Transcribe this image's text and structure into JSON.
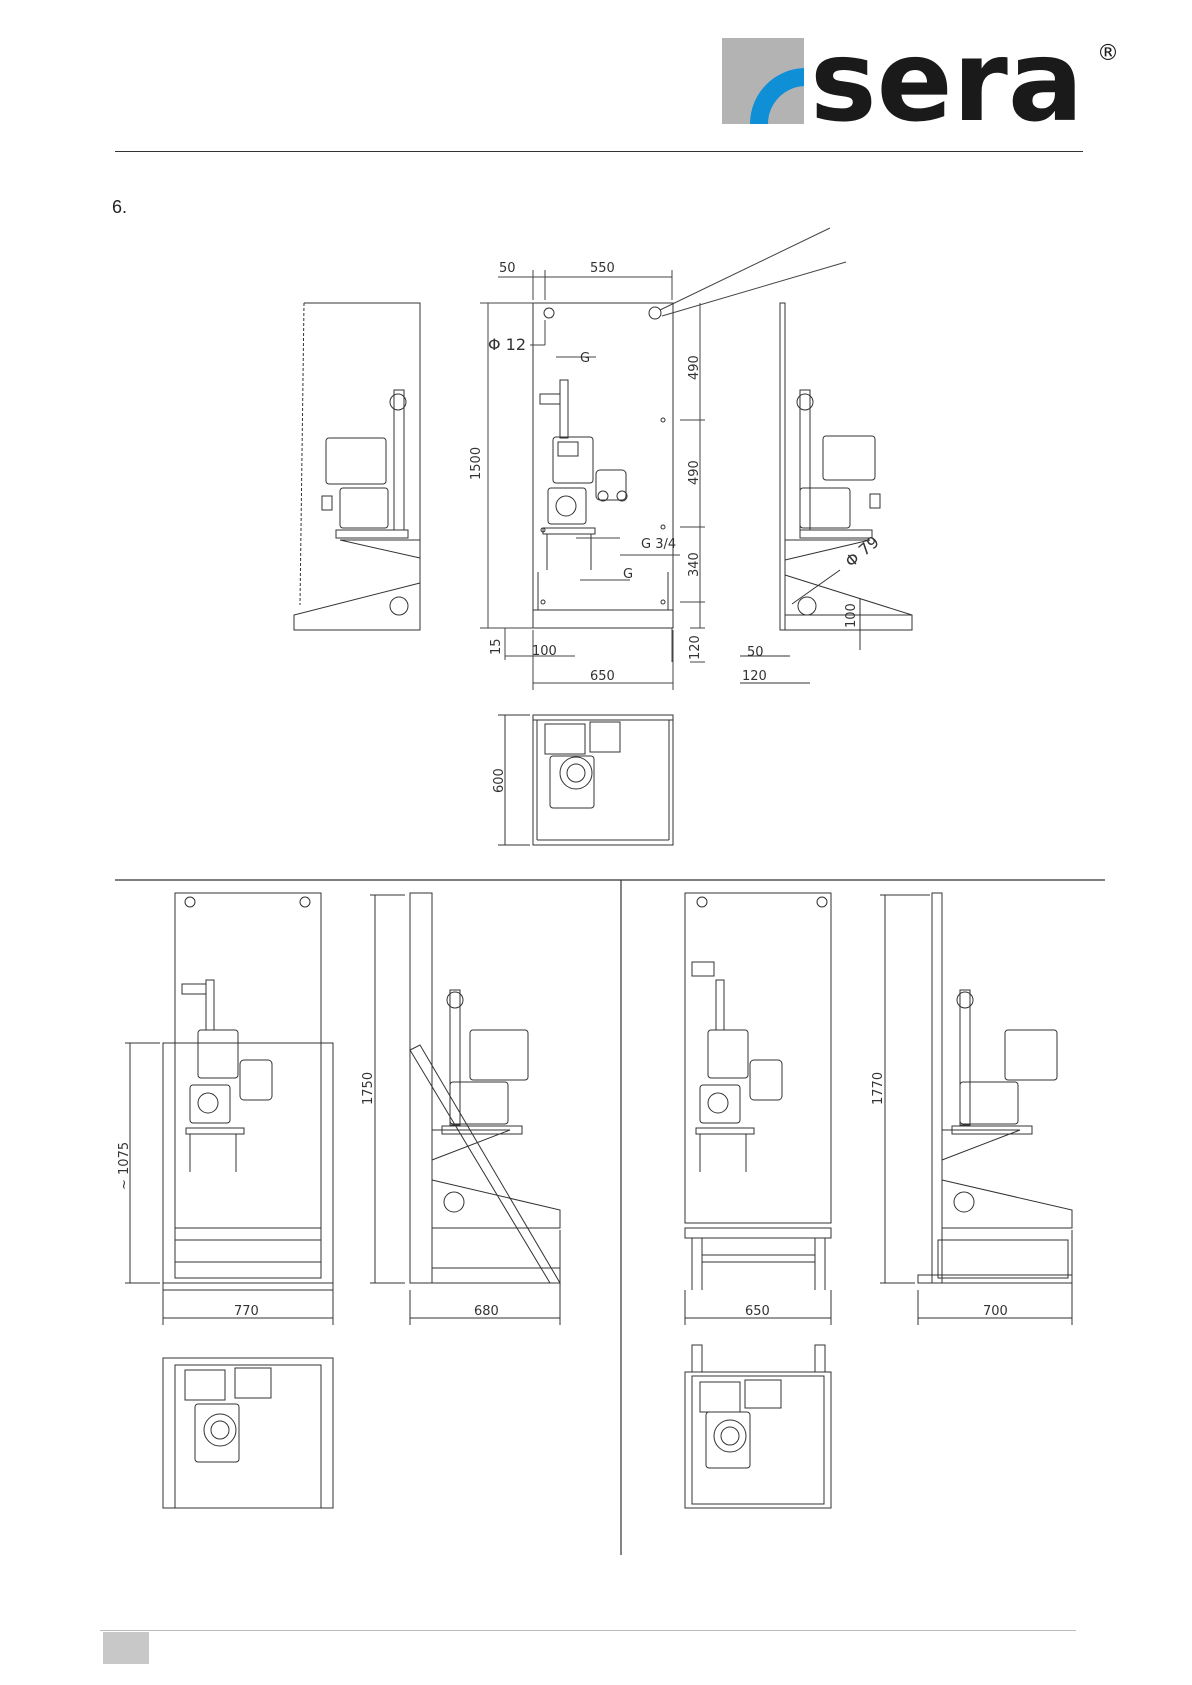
{
  "logo": {
    "text": "sera",
    "registered": "®",
    "colors": {
      "gray": "#b0b0b0",
      "blue": "#0e8fd6",
      "black": "#1a1a1a"
    }
  },
  "section": {
    "number": "6."
  },
  "dims_top": {
    "d50a": "50",
    "d550": "550",
    "phi12": "Φ 12",
    "g_top": "G",
    "d490a": "490",
    "d490b": "490",
    "d1500": "1500",
    "g34": "G 3/4",
    "g_bottom": "G",
    "d340": "340",
    "phi79": "Φ 79",
    "d100v": "100",
    "d15": "15",
    "d100h": "100",
    "d120v": "120",
    "d650": "650",
    "d50b": "50",
    "d120h": "120",
    "d600": "600"
  },
  "dims_bottom_left": {
    "d1075": "~ 1075",
    "d1750": "1750",
    "d770": "770",
    "d680": "680"
  },
  "dims_bottom_right": {
    "d1770": "1770",
    "d650": "650",
    "d700": "700"
  }
}
